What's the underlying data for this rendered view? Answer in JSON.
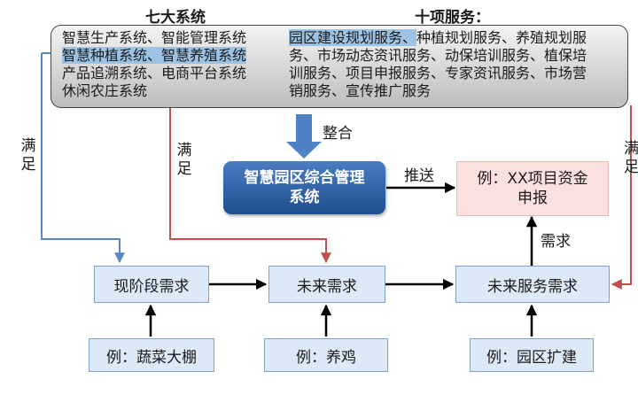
{
  "headings": {
    "systems": "七大系统",
    "services": "十项服务："
  },
  "systems_lines": [
    [
      "智慧生产系统、",
      "智能管理系统"
    ],
    [
      "智慧种植系统、",
      "智慧养殖系统"
    ],
    [
      "产品追溯系统、",
      "电商平台系统"
    ],
    [
      "休闲农庄系统"
    ]
  ],
  "services_lines": [
    [
      "园区建设规划服务、",
      "种植规划服务、养殖规划服"
    ],
    [
      "务、市场动态资讯服务、动保培训服务、植保培"
    ],
    [
      "训服务、项目申报服务、专家资讯服务、市场营"
    ],
    [
      "销服务、宣传推广服务"
    ]
  ],
  "labels": {
    "merge": "整合",
    "satisfy_left": "满足",
    "satisfy_mid": "满足",
    "satisfy_right": "满足",
    "push": "推送",
    "demand": "需求"
  },
  "platform": [
    "智慧园区综合管理",
    "系统"
  ],
  "example_top": [
    "例：XX项目资金",
    "申报"
  ],
  "needs": {
    "current": "现阶段需求",
    "future": "未来需求",
    "future_service": "未来服务需求"
  },
  "examples": {
    "current": "例：蔬菜大棚",
    "future": "例：养鸡",
    "future_service": "例：园区扩建"
  },
  "colors": {
    "highlight": "#9cc2e5",
    "platform": "#2c5fa8",
    "blue_link": "#5b86c5",
    "red_link": "#c0504d",
    "node_fill": "#dce9f7",
    "example_fill": "#fbe0e0"
  }
}
